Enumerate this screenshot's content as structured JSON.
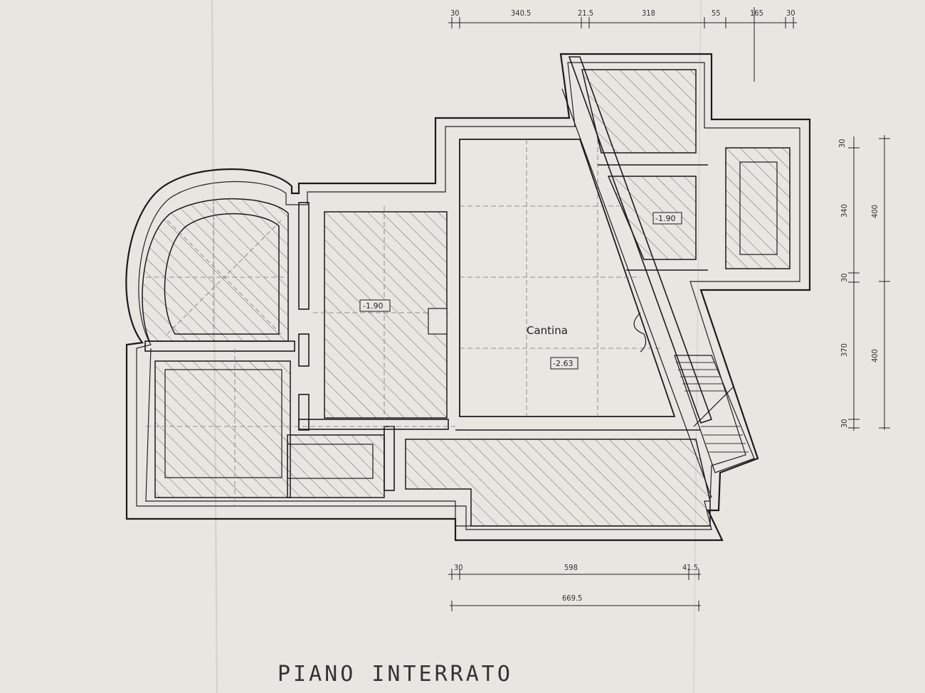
{
  "drawing": {
    "title": "PIANO INTERRATO",
    "room_name": "Cantina",
    "levels": {
      "cantina": "-2.63",
      "left_room": "-1.90",
      "right_room": "-1.90"
    }
  },
  "dimensions": {
    "top": [
      "30",
      "340.5",
      "21.5",
      "318",
      "55",
      "165",
      "30"
    ],
    "bottom_row1": [
      "30",
      "598",
      "41.5"
    ],
    "bottom_total": "669.5",
    "right_inner": [
      "30",
      "340",
      "30",
      "370",
      "30"
    ],
    "right_outer": [
      "400",
      "400"
    ]
  }
}
